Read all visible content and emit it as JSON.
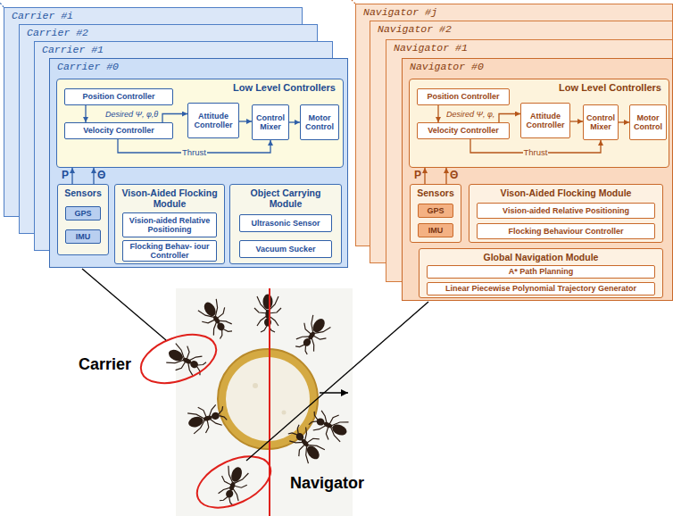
{
  "diagram": {
    "nodes": [
      {
        "text": [
          "Carrier #i"
        ]
      },
      {
        "text": [
          "Carrier #2"
        ]
      },
      {
        "text": [
          "Carrier #1"
        ]
      },
      {
        "text": [
          "Carrier #0"
        ]
      },
      {
        "text": [
          "Low Level Controllers"
        ],
        "in": 3
      },
      {
        "text": [
          "Position Controller"
        ],
        "in": 4
      },
      {
        "text": [
          "Velocity Controller"
        ],
        "in": 4
      },
      {
        "text": [
          "Attitude Controller"
        ],
        "in": 4
      },
      {
        "text": [
          "Control Mixer"
        ],
        "in": 4
      },
      {
        "text": [
          "Motor Control"
        ],
        "in": 4
      },
      {
        "text": [
          "Sensors"
        ],
        "in": 3
      },
      {
        "text": [
          "GPS"
        ],
        "in": 10
      },
      {
        "text": [
          "IMU"
        ],
        "in": 10
      },
      {
        "text": [
          "Vison-Aided Flocking Module"
        ],
        "in": 3
      },
      {
        "text": [
          "Vision-aided Relative Positioning"
        ],
        "in": 13
      },
      {
        "text": [
          "Flocking Behav- iour Controller"
        ],
        "in": 13
      },
      {
        "text": [
          "Object Carrying Module"
        ],
        "in": 3
      },
      {
        "text": [
          "Ultrasonic Sensor"
        ],
        "in": 16
      },
      {
        "text": [
          "Vacuum Sucker"
        ],
        "in": 16
      },
      {
        "text": [
          "Navigator #j"
        ]
      },
      {
        "text": [
          "Navigator #2"
        ]
      },
      {
        "text": [
          "Navigator #1"
        ]
      },
      {
        "text": [
          "Navigator #0"
        ]
      },
      {
        "text": [
          "Low Level Controllers"
        ],
        "in": 22
      },
      {
        "text": [
          "Position Controller"
        ],
        "in": 23
      },
      {
        "text": [
          "Velocity Controller"
        ],
        "in": 23
      },
      {
        "text": [
          "Attitude Controller"
        ],
        "in": 23
      },
      {
        "text": [
          "Control Mixer"
        ],
        "in": 23
      },
      {
        "text": [
          "Motor Control"
        ],
        "in": 23
      },
      {
        "text": [
          "Sensors"
        ],
        "in": 22
      },
      {
        "text": [
          "GPS"
        ],
        "in": 29
      },
      {
        "text": [
          "IMU"
        ],
        "in": 29
      },
      {
        "text": [
          "Vison-Aided Flocking Module"
        ],
        "in": 22
      },
      {
        "text": [
          "Vision-aided Relative Positioning"
        ],
        "in": 32
      },
      {
        "text": [
          "Flocking Behaviour Controller"
        ],
        "in": 32
      },
      {
        "text": [
          "Global Navigation Module"
        ],
        "in": 22
      },
      {
        "text": [
          "A* Path Planning"
        ],
        "in": 35
      },
      {
        "text": [
          "Linear Piecewise Polynomial Trajectory Generator"
        ],
        "in": 35
      }
    ],
    "edges": [
      {
        "from": 5,
        "to": 6,
        "arrow": "to"
      },
      {
        "from": 6,
        "to": 7,
        "label": "Desired Ψ, φ,θ",
        "arrow": "to"
      },
      {
        "from": 7,
        "to": 8,
        "arrow": "to"
      },
      {
        "from": 8,
        "to": 9,
        "arrow": "to"
      },
      {
        "from": 6,
        "to": 8,
        "label": "Thrust",
        "arrow": "to"
      },
      {
        "from": 10,
        "to": 4,
        "label": "P",
        "arrow": "to"
      },
      {
        "from": 10,
        "to": 4,
        "label": "Θ",
        "arrow": "to"
      },
      {
        "from": 24,
        "to": 25,
        "arrow": "to"
      },
      {
        "from": 25,
        "to": 26,
        "label": "Desired Ψ, φ,",
        "arrow": "to"
      },
      {
        "from": 26,
        "to": 27,
        "arrow": "to"
      },
      {
        "from": 27,
        "to": 28,
        "arrow": "to"
      },
      {
        "from": 25,
        "to": 27,
        "label": "Thrust",
        "arrow": "to"
      },
      {
        "from": 29,
        "to": 23,
        "label": "P",
        "arrow": "to"
      },
      {
        "from": 29,
        "to": 23,
        "label": "Θ",
        "arrow": "to"
      }
    ],
    "labels": [
      "Carrier",
      "Navigator"
    ]
  }
}
